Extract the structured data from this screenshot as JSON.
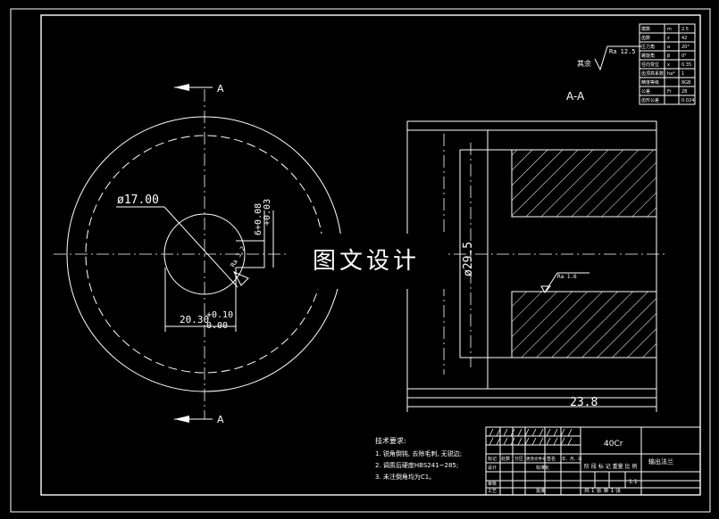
{
  "section_labels": {
    "top": "A",
    "bottom": "A",
    "view_title": "A-A"
  },
  "dimensions": {
    "diameter_hole": "ø17.00",
    "keyway_tol_upper": "6+0.08",
    "keyway_tol_lower": "+0.03",
    "bore_width": "20.30",
    "bore_tol_upper": "+0.10",
    "bore_tol_lower": "0.00",
    "outer_diameter": "ø29.5",
    "length": "23.8",
    "roughness_small": "Ra 3.2",
    "roughness_section": "Ra 1.6",
    "roughness_general": "Ra 12.5",
    "roughness_general_prefix": "其余"
  },
  "watermark": "图文设计",
  "notes": {
    "title": "技术要求:",
    "items": [
      "1. 锐角倒钝, 去除毛刺, 无锐边;",
      "2. 调质后硬度HBS241~285;",
      "3. 未注倒角均为C1。"
    ]
  },
  "param_table": {
    "rows": [
      [
        "模数",
        "m",
        "2.5"
      ],
      [
        "齿数",
        "z",
        "42"
      ],
      [
        "压力角",
        "α",
        "20°"
      ],
      [
        "螺旋角",
        "β",
        "0°"
      ],
      [
        "径向变位",
        "x",
        "0.35"
      ],
      [
        "齿顶高系数",
        "ha*",
        "1"
      ],
      [
        "精度等级",
        "",
        "8GB"
      ],
      [
        "公差",
        "Fr",
        "28"
      ],
      [
        "齿形公差",
        "",
        "0.024"
      ]
    ]
  },
  "title_block": {
    "material": "40Cr",
    "part_name": "输出法兰",
    "scale_row": "共 1 张  第 1 张",
    "labels_row": "阶 段 标 记   重量   比 例",
    "labels": [
      "标记",
      "处数",
      "分区",
      "更改文件号",
      "签名",
      "年、月、日"
    ],
    "roles": [
      "设计",
      "审核",
      "工艺"
    ],
    "std": "标准化",
    "approve": "批准",
    "ratio": "1:1"
  }
}
